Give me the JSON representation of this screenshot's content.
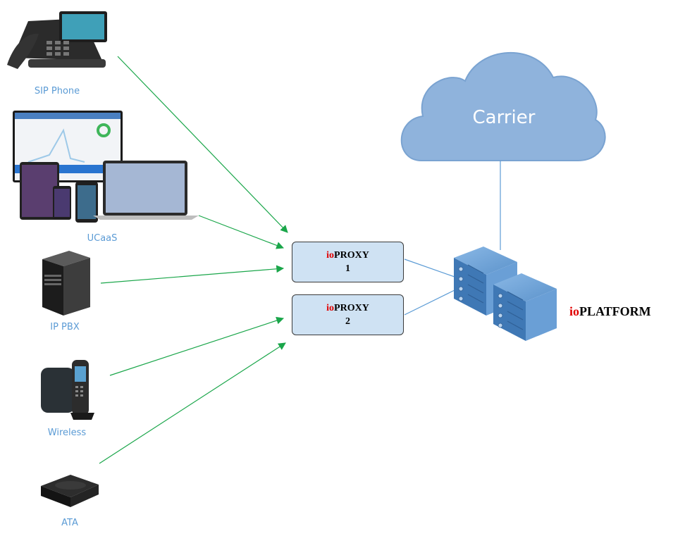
{
  "devices": {
    "sip_phone": "SIP Phone",
    "ucaas": "UCaaS",
    "ip_pbx": "IP PBX",
    "wireless": "Wireless",
    "ata": "ATA"
  },
  "proxies": [
    {
      "prefix": "io",
      "name": "PROXY",
      "number": "1"
    },
    {
      "prefix": "io",
      "name": "PROXY",
      "number": "2"
    }
  ],
  "platform": {
    "prefix": "io",
    "name": "PLATFORM"
  },
  "cloud": {
    "label": "Carrier"
  },
  "colors": {
    "arrow": "#1aa64a",
    "link": "#5b9bd5",
    "cloud": "#8fb3dc",
    "proxy_fill": "#cfe2f3",
    "brand_red": "#e00000",
    "server": "#4f86bf"
  }
}
